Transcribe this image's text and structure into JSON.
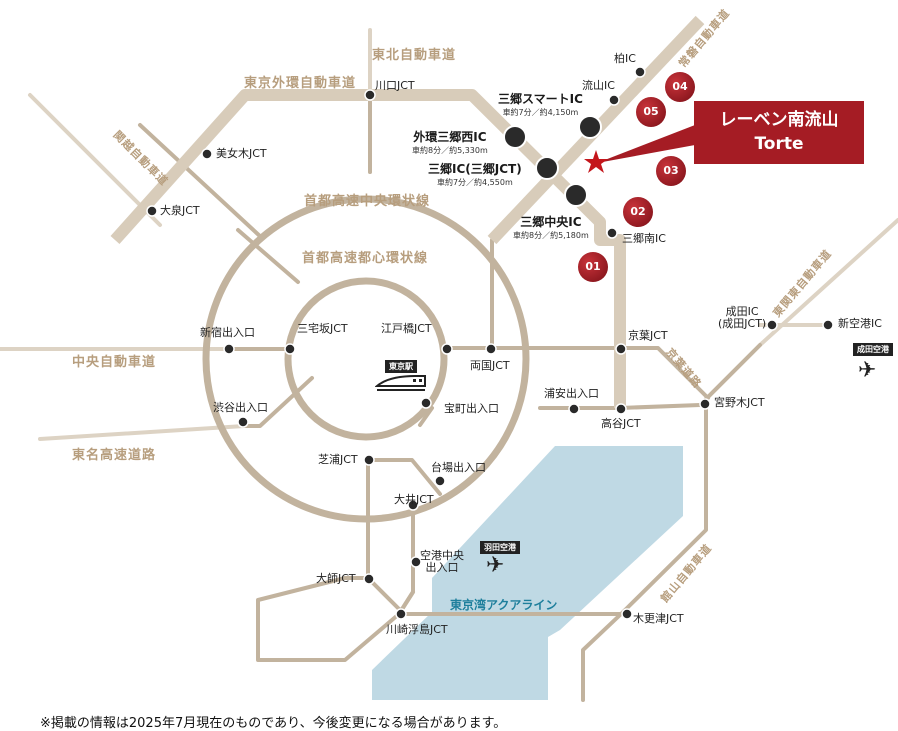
{
  "property": {
    "name_line1": "レーベン南流山",
    "name_line2": "Torte",
    "star_label": "property-location",
    "color": "#a51c24"
  },
  "numbered_markers": [
    "01",
    "02",
    "03",
    "04",
    "05"
  ],
  "major_interchanges": [
    {
      "name": "三郷スマートIC",
      "detail": "車約7分／約4,150m"
    },
    {
      "name": "外環三郷西IC",
      "detail": "車約8分／約5,330m"
    },
    {
      "name": "三郷IC(三郷JCT)",
      "detail": "車約7分／約4,550m"
    },
    {
      "name": "三郷中央IC",
      "detail": "車約8分／約5,180m"
    }
  ],
  "road_names": {
    "tohoku": "東北自動車道",
    "gaikan": "東京外環自動車道",
    "joban": "常磐自動車道",
    "kanetsu": "関越自動車道",
    "central_loop": "首都高速中央環状線",
    "inner_loop": "首都高速都心環状線",
    "chuo": "中央自動車道",
    "tomei": "東名高速道路",
    "keiyo": "京葉道路",
    "higashikanto": "東関東自動車道",
    "tateyama": "館山自動車道",
    "aqualine": "東京湾アクアライン"
  },
  "junctions": {
    "kawaguchi": "川口JCT",
    "bijogi": "美女木JCT",
    "oizumi": "大泉JCT",
    "kashiwa": "柏IC",
    "nagareyama": "流山IC",
    "misato_minami": "三郷南IC",
    "shinjuku": "新宿出入口",
    "miyakezaka": "三宅坂JCT",
    "edobashi": "江戸橋JCT",
    "ryogoku": "両国JCT",
    "keiyo_jct": "京葉JCT",
    "narita_ic": "成田IC",
    "narita_jct": "(成田JCT)",
    "shinkuko": "新空港IC",
    "takaramachi": "宝町出入口",
    "urayasu": "浦安出入口",
    "koya": "高谷JCT",
    "miyanogi": "宮野木JCT",
    "shibuya": "渋谷出入口",
    "shibaura": "芝浦JCT",
    "daiba": "台場出入口",
    "oi": "大井JCT",
    "kuko_chuo_1": "空港中央",
    "kuko_chuo_2": "出入口",
    "daishi": "大師JCT",
    "kawasaki_ukishima": "川崎浮島JCT",
    "kisarazu": "木更津JCT"
  },
  "landmarks": {
    "tokyo_station": "東京駅",
    "haneda": "羽田空港",
    "narita": "成田空港"
  },
  "colors": {
    "road": "#c2b39e",
    "road_light": "#ddd3c4",
    "sea": "#bfd9e4",
    "node": "#2a2a2a",
    "road_text": "#b79e7e"
  },
  "footer": "※掲載の情報は2025年7月現在のものであり、今後変更になる場合があります。"
}
